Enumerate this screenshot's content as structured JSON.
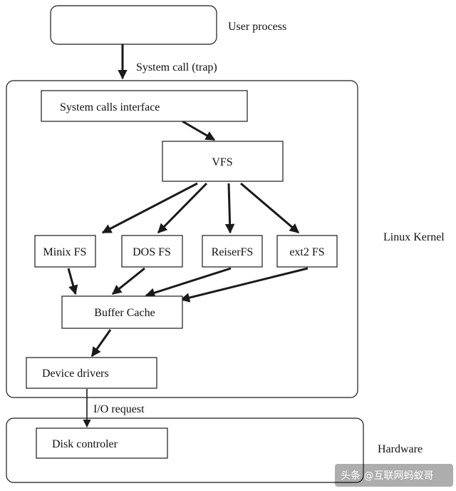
{
  "nodes": {
    "user_process": "User process",
    "system_calls_interface": "System calls interface",
    "vfs": "VFS",
    "minix_fs": "Minix FS",
    "dos_fs": "DOS FS",
    "reiser_fs": "ReiserFS",
    "ext2_fs": "ext2 FS",
    "buffer_cache": "Buffer Cache",
    "device_drivers": "Device drivers",
    "disk_controller": "Disk controler"
  },
  "regions": {
    "linux_kernel": "Linux Kernel",
    "hardware": "Hardware"
  },
  "edge_labels": {
    "system_call": "System call (trap)",
    "io_request": "I/O request"
  },
  "watermark": {
    "text": "头条 @互联网蚂蚁哥"
  }
}
